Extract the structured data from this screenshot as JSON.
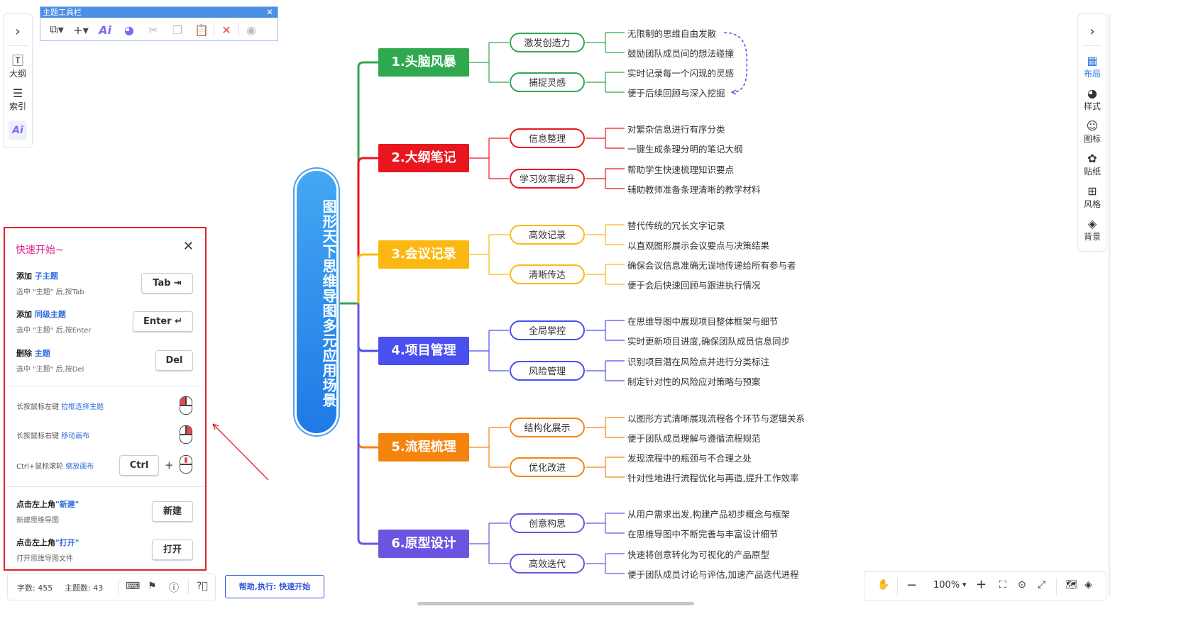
{
  "toolbar": {
    "title": "主题工具栏",
    "tools": [
      "copy-dropdown-icon",
      "add-dropdown-icon",
      "ai-icon",
      "palette-icon",
      "scissors-icon",
      "copy-icon",
      "clipboard-icon",
      "delete-icon",
      "eye-icon"
    ]
  },
  "left_rail": {
    "items": [
      {
        "label": "大纲",
        "icon": "outline-icon"
      },
      {
        "label": "索引",
        "icon": "index-icon"
      },
      {
        "label": "",
        "icon": "ai-icon"
      }
    ]
  },
  "right_rail": {
    "items": [
      {
        "label": "布局",
        "icon": "layout-icon"
      },
      {
        "label": "样式",
        "icon": "palette-icon"
      },
      {
        "label": "图标",
        "icon": "smile-icon"
      },
      {
        "label": "贴纸",
        "icon": "flower-icon"
      },
      {
        "label": "风格",
        "icon": "grid-icon"
      },
      {
        "label": "背景",
        "icon": "layers-icon"
      }
    ]
  },
  "quick_start": {
    "title": "快速开始~",
    "add_child": {
      "prefix": "添加",
      "link": "子主题",
      "sub": "选中 \"主题\" 后,按Tab",
      "key": "Tab ⇥"
    },
    "add_sibling": {
      "prefix": "添加",
      "link": "同级主题",
      "sub": "选中 \"主题\" 后,按Enter",
      "key": "Enter ↵"
    },
    "delete": {
      "prefix": "删除",
      "link": "主题",
      "sub": "选中 \"主题\" 后,按Del",
      "key": "Del"
    },
    "mouse_left": {
      "prefix": "长按鼠标左键",
      "link": "拉框选择主题"
    },
    "mouse_right": {
      "prefix": "长按鼠标右键",
      "link": "移动画布"
    },
    "ctrl_wheel": {
      "prefix": "Ctrl+鼠标滚轮",
      "link": "缩放画布",
      "key": "Ctrl",
      "plus": "+"
    },
    "new": {
      "prefix": "点击左上角",
      "link": "\"新建\"",
      "sub": "新建思维导图",
      "button": "新建"
    },
    "open": {
      "prefix": "点击左上角",
      "link": "\"打开\"",
      "sub": "打开思维导图文件",
      "button": "打开"
    }
  },
  "status": {
    "word_count": "字数: 455",
    "topic_count": "主题数: 43"
  },
  "help_button": "帮助,执行: 快速开始",
  "zoom": {
    "level": "100%"
  },
  "colors": {
    "green": "#2fa84f",
    "red": "#e8171f",
    "yellow": "#fcb812",
    "blue": "#4a4ff0",
    "orange": "#f5840e",
    "purple": "#6b55e0",
    "central": "#1f86ea",
    "annotation_red": "#e0202a"
  },
  "mindmap": {
    "central": "图形天下思维导图多元应用场景",
    "branches": [
      {
        "title": "1.头脑风暴",
        "subs": [
          {
            "title": "激发创造力",
            "leaves": [
              "无限制的思维自由发散",
              "鼓励团队成员间的想法碰撞"
            ]
          },
          {
            "title": "捕捉灵感",
            "leaves": [
              "实时记录每一个闪现的灵感",
              "便于后续回顾与深入挖掘"
            ]
          }
        ]
      },
      {
        "title": "2.大纲笔记",
        "subs": [
          {
            "title": "信息整理",
            "leaves": [
              "对繁杂信息进行有序分类",
              "一键生成条理分明的笔记大纲"
            ]
          },
          {
            "title": "学习效率提升",
            "leaves": [
              "帮助学生快速梳理知识要点",
              "辅助教师准备条理清晰的教学材料"
            ]
          }
        ]
      },
      {
        "title": "3.会议记录",
        "subs": [
          {
            "title": "高效记录",
            "leaves": [
              "替代传统的冗长文字记录",
              "以直观图形展示会议要点与决策结果"
            ]
          },
          {
            "title": "清晰传达",
            "leaves": [
              "确保会议信息准确无误地传递给所有参与者",
              "便于会后快速回顾与跟进执行情况"
            ]
          }
        ]
      },
      {
        "title": "4.项目管理",
        "subs": [
          {
            "title": "全局掌控",
            "leaves": [
              "在思维导图中展现项目整体框架与细节",
              "实时更新项目进度,确保团队成员信息同步"
            ]
          },
          {
            "title": "风险管理",
            "leaves": [
              "识别项目潜在风险点并进行分类标注",
              "制定针对性的风险应对策略与预案"
            ]
          }
        ]
      },
      {
        "title": "5.流程梳理",
        "subs": [
          {
            "title": "结构化展示",
            "leaves": [
              "以图形方式清晰展现流程各个环节与逻辑关系",
              "便于团队成员理解与遵循流程规范"
            ]
          },
          {
            "title": "优化改进",
            "leaves": [
              "发现流程中的瓶颈与不合理之处",
              "针对性地进行流程优化与再造,提升工作效率"
            ]
          }
        ]
      },
      {
        "title": "6.原型设计",
        "subs": [
          {
            "title": "创意构思",
            "leaves": [
              "从用户需求出发,构建产品初步概念与框架",
              "在思维导图中不断完善与丰富设计细节"
            ]
          },
          {
            "title": "高效迭代",
            "leaves": [
              "快速将创意转化为可视化的产品原型",
              "便于团队成员讨论与评估,加速产品迭代进程"
            ]
          }
        ]
      }
    ]
  }
}
